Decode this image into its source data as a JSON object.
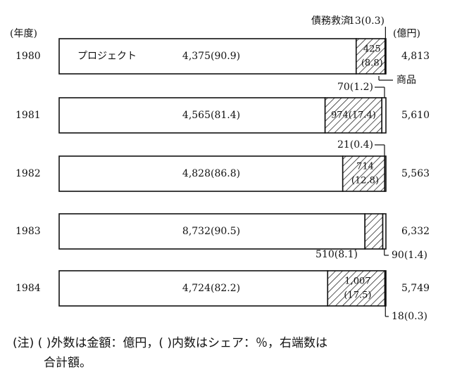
{
  "chart_data": {
    "type": "bar",
    "orientation": "horizontal",
    "stacked": "100-percent",
    "unit_label": "(億円)",
    "year_label": "(年度)",
    "categories": [
      "1980",
      "1981",
      "1982",
      "1983",
      "1984"
    ],
    "series": [
      {
        "name": "プロジェクト",
        "values": [
          4375,
          4565,
          4828,
          8732,
          4724
        ],
        "shares": [
          90.9,
          81.4,
          86.8,
          90.5,
          82.2
        ],
        "fill": "#ffffff"
      },
      {
        "name": "商品",
        "values": [
          425,
          974,
          714,
          510,
          1007
        ],
        "shares": [
          8.8,
          17.4,
          12.8,
          8.1,
          17.5
        ],
        "fill": "hatch"
      },
      {
        "name": "債務救済",
        "values": [
          13,
          70,
          21,
          90,
          18
        ],
        "shares": [
          0.3,
          1.2,
          0.4,
          1.4,
          0.3
        ],
        "fill": "#ffffff"
      }
    ],
    "totals": [
      "4,813",
      "5,610",
      "5,563",
      "6,332",
      "5,749"
    ],
    "labels": {
      "main": [
        "4,375(90.9)",
        "4,565(81.4)",
        "4,828(86.8)",
        "8,732(90.5)",
        "4,724(82.2)"
      ],
      "second": [
        [
          "425",
          "(8.8)"
        ],
        [
          "974(17.4)"
        ],
        [
          "714",
          "(12.8)"
        ],
        [
          "510(8.1)"
        ],
        [
          "1,007",
          "(17.5)"
        ]
      ],
      "third": [
        "13(0.3)",
        "70(1.2)",
        "21(0.4)",
        "90(1.4)",
        "18(0.3)"
      ],
      "series_tags": [
        "プロジェクト",
        "債務救済",
        "商品"
      ]
    }
  },
  "footnote": {
    "line1": "(注) ( )外数は金額：億円，( )内数はシェア：％，右端数は",
    "line2": "合計額。"
  }
}
